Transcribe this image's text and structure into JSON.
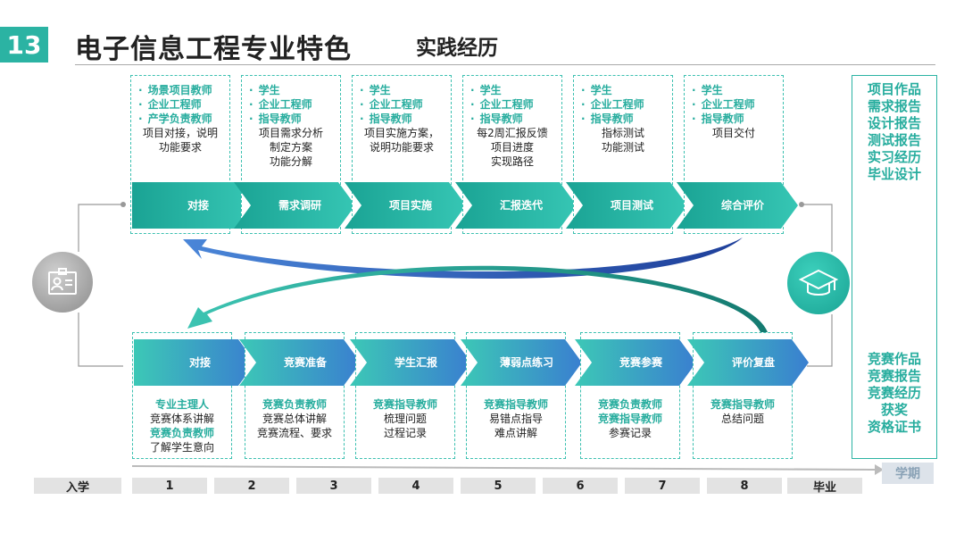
{
  "header": {
    "number": "13",
    "title": "电子信息工程专业特色",
    "subtitle": "实践经历"
  },
  "top_stages": [
    {
      "roles": [
        "场景项目教师",
        "企业工程师",
        "产学负责教师"
      ],
      "desc": [
        "项目对接，说明",
        "功能要求"
      ],
      "chevron": "对接"
    },
    {
      "roles": [
        "学生",
        "企业工程师",
        "指导教师"
      ],
      "desc": [
        "项目需求分析",
        "制定方案",
        "功能分解"
      ],
      "chevron": "需求调研"
    },
    {
      "roles": [
        "学生",
        "企业工程师",
        "指导教师"
      ],
      "desc": [
        "项目实施方案，",
        "说明功能要求"
      ],
      "chevron": "项目实施"
    },
    {
      "roles": [
        "学生",
        "企业工程师",
        "指导教师"
      ],
      "desc": [
        "每2周汇报反馈",
        "项目进度",
        "实现路径"
      ],
      "chevron": "汇报\n迭代"
    },
    {
      "roles": [
        "学生",
        "企业工程师",
        "指导教师"
      ],
      "desc": [
        "指标测试",
        "功能测试"
      ],
      "chevron": "项目测试"
    },
    {
      "roles": [
        "学生",
        "企业工程师",
        "指导教师"
      ],
      "desc": [
        "项目交付"
      ],
      "chevron": "综合评价"
    }
  ],
  "bottom_stages": [
    {
      "chevron": "对接",
      "lines": [
        {
          "t": "专业主理人",
          "role": true
        },
        {
          "t": "竞赛体系讲解",
          "role": false
        },
        {
          "t": "竞赛负责教师",
          "role": true
        },
        {
          "t": "了解学生意向",
          "role": false
        }
      ]
    },
    {
      "chevron": "竞赛准备",
      "lines": [
        {
          "t": "竞赛负责教师",
          "role": true
        },
        {
          "t": "竞赛总体讲解",
          "role": false
        },
        {
          "t": "竞赛流程、要求",
          "role": false
        }
      ]
    },
    {
      "chevron": "学生汇报",
      "lines": [
        {
          "t": "竞赛指导教师",
          "role": true
        },
        {
          "t": "梳理问题",
          "role": false
        },
        {
          "t": "过程记录",
          "role": false
        }
      ]
    },
    {
      "chevron": "薄弱点练习",
      "lines": [
        {
          "t": "竞赛指导教师",
          "role": true
        },
        {
          "t": "易错点指导",
          "role": false
        },
        {
          "t": "难点讲解",
          "role": false
        }
      ]
    },
    {
      "chevron": "竞赛参赛",
      "lines": [
        {
          "t": "竞赛负责教师",
          "role": true
        },
        {
          "t": "竞赛指导教师",
          "role": true
        },
        {
          "t": "参赛记录",
          "role": false
        }
      ]
    },
    {
      "chevron": "评价复盘",
      "lines": [
        {
          "t": "竞赛指导教师",
          "role": true
        },
        {
          "t": "总结问题",
          "role": false
        }
      ]
    }
  ],
  "side_top": [
    "项目作品",
    "需求报告",
    "设计报告",
    "测试报告",
    "实习经历",
    "毕业设计"
  ],
  "side_bottom": [
    "竞赛作品",
    "竞赛报告",
    "竞赛经历",
    "获奖",
    "资格证书"
  ],
  "timeline": {
    "start": "入学",
    "terms": [
      "1",
      "2",
      "3",
      "4",
      "5",
      "6",
      "7",
      "8"
    ],
    "end": "毕业",
    "axis_label": "学期"
  },
  "icons": {
    "left": "id-card-icon",
    "right": "graduation-cap-icon"
  },
  "colors": {
    "teal": "#2bb3a3",
    "blue": "#3a7fd0",
    "gray": "#e3e3e3"
  }
}
